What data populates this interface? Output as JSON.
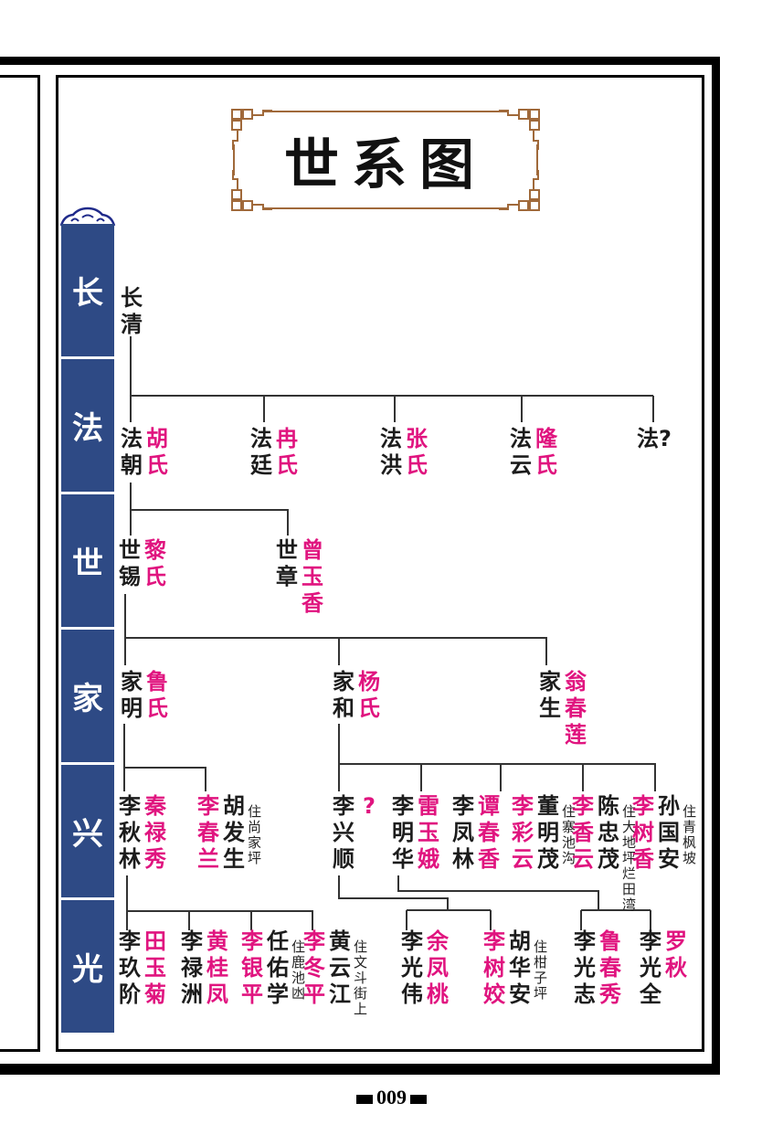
{
  "title": "世系图",
  "generations": [
    "长",
    "法",
    "世",
    "家",
    "兴",
    "光"
  ],
  "page_number": "009",
  "colors": {
    "sidebar": "#2e4a85",
    "spouse": "#e0147f",
    "frame_ornament": "#a0693a"
  },
  "nodes": [
    {
      "main": "长清",
      "spouse": "",
      "note": ""
    },
    {
      "main": "法朝",
      "spouse": "胡氏",
      "note": ""
    },
    {
      "main": "法廷",
      "spouse": "冉氏",
      "note": ""
    },
    {
      "main": "法洪",
      "spouse": "张氏",
      "note": ""
    },
    {
      "main": "法云",
      "spouse": "隆氏",
      "note": ""
    },
    {
      "main": "法?",
      "spouse": "",
      "note": ""
    },
    {
      "main": "世锡",
      "spouse": "黎氏",
      "note": ""
    },
    {
      "main": "世章",
      "spouse": "曾玉香",
      "note": ""
    },
    {
      "main": "家明",
      "spouse": "鲁氏",
      "note": ""
    },
    {
      "main": "家和",
      "spouse": "杨氏",
      "note": ""
    },
    {
      "main": "家生",
      "spouse": "翁春莲",
      "note": ""
    },
    {
      "main": "李秋林",
      "spouse": "秦禄秀",
      "note": ""
    },
    {
      "main": "李春兰",
      "spouse": "胡发生",
      "note": "住尚家坪",
      "daughter": true
    },
    {
      "main": "李兴顺",
      "spouse": "?",
      "note": ""
    },
    {
      "main": "李明华",
      "spouse": "雷玉娥",
      "note": ""
    },
    {
      "main": "李凤林",
      "spouse": "谭春香",
      "note": ""
    },
    {
      "main": "李彩云",
      "spouse": "董明茂",
      "note": "住寨池沟",
      "daughter": true
    },
    {
      "main": "李香云",
      "spouse": "陈忠茂",
      "note": "住大地坪烂田湾",
      "daughter": true
    },
    {
      "main": "李树香",
      "spouse": "孙国安",
      "note": "住青枫坡",
      "daughter": true
    },
    {
      "main": "李玖阶",
      "spouse": "田玉菊",
      "note": ""
    },
    {
      "main": "李禄洲",
      "spouse": "黄桂凤",
      "note": ""
    },
    {
      "main": "李银平",
      "spouse": "任佑学",
      "note": "住鹿池凼",
      "daughter": true
    },
    {
      "main": "李冬平",
      "spouse": "黄云江",
      "note": "住文斗街上",
      "daughter": true
    },
    {
      "main": "李光伟",
      "spouse": "余凤桃",
      "note": ""
    },
    {
      "main": "李树姣",
      "spouse": "胡华安",
      "note": "住柑子坪",
      "daughter": true
    },
    {
      "main": "李光志",
      "spouse": "鲁春秀",
      "note": ""
    },
    {
      "main": "李光全",
      "spouse": "罗秋",
      "note": ""
    }
  ]
}
